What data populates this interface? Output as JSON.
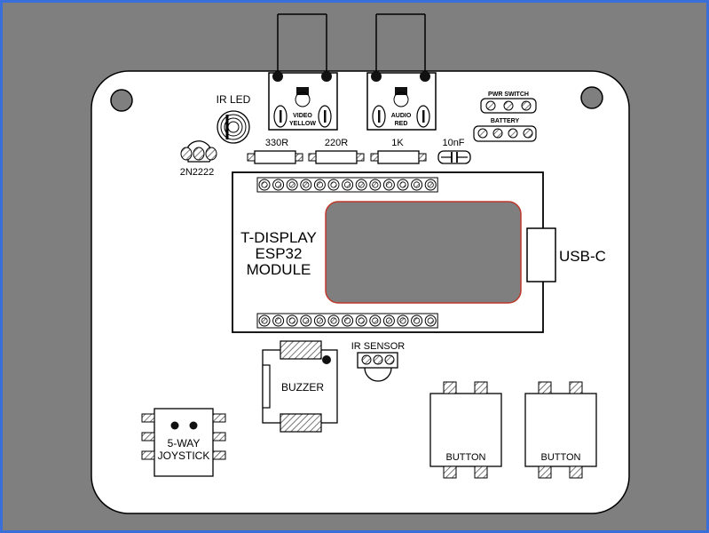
{
  "colors": {
    "background": "#7f7f7f",
    "frame_border": "#3a6ed8",
    "board": "#ffffff",
    "outline": "#000000",
    "display_border": "#c0392b",
    "display_fill": "#7f7f7f"
  },
  "labels": {
    "ir_led": "IR LED",
    "transistor": "2N2222",
    "video_jack_line1": "VIDEO",
    "video_jack_line2": "YELLOW",
    "audio_jack_line1": "AUDIO",
    "audio_jack_line2": "RED",
    "pwr_switch": "PWR SWITCH",
    "battery": "BATTERY",
    "resistor_1": "330R",
    "resistor_2": "220R",
    "resistor_3": "1K",
    "capacitor": "10nF",
    "module_line1": "T-DISPLAY",
    "module_line2": "ESP32",
    "module_line3": "MODULE",
    "usb": "USB-C",
    "ir_sensor": "IR SENSOR",
    "buzzer": "BUZZER",
    "joystick_line1": "5-WAY",
    "joystick_line2": "JOYSTICK",
    "button_1": "BUTTON",
    "button_2": "BUTTON"
  },
  "icons": {
    "mounting_hole": "circle",
    "header_pin": "ring"
  }
}
